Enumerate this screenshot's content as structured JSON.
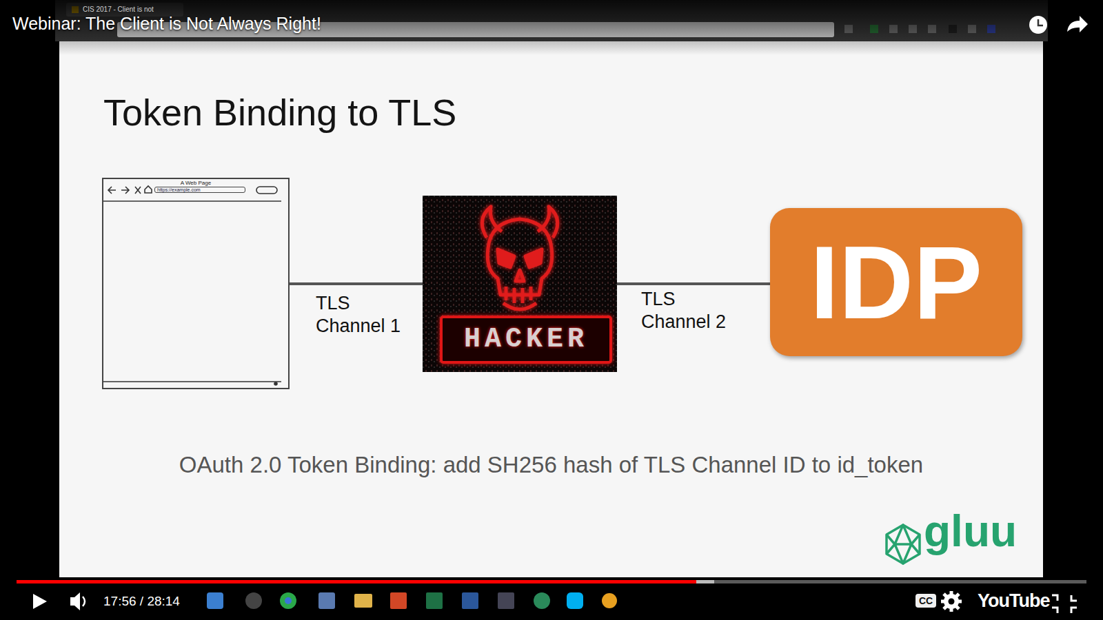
{
  "diagram": {
    "title": "Token Binding to TLS",
    "caption": "OAuth 2.0 Token Binding: add SH256 hash of TLS Channel ID to id_token",
    "nodes": [
      {
        "text": [
          "A Web Page",
          "https://example.com"
        ]
      },
      {
        "text": [
          "HACKER"
        ]
      },
      {
        "text": [
          "IDP"
        ]
      }
    ],
    "edges": [
      {
        "from": 0,
        "to": 1,
        "label": "TLS Channel 1",
        "arrow": "none"
      },
      {
        "from": 1,
        "to": 2,
        "label": "TLS Channel 2",
        "arrow": "none"
      }
    ],
    "labels": [
      "Webinar: The Client is Not Always Right!",
      "CIS 2017 - Client is not",
      "gluu",
      "17:56 / 28:14",
      "CC",
      "YouTube"
    ]
  }
}
